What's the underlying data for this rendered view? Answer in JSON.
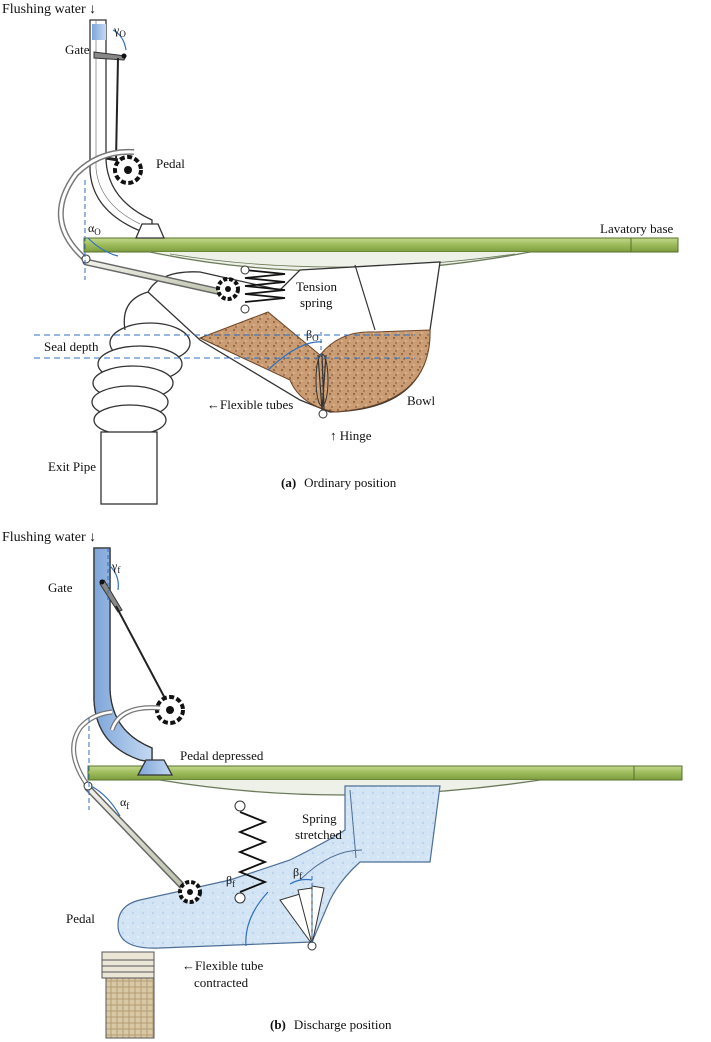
{
  "panel_a": {
    "flushing_water": "Flushing water ↓",
    "gate": "Gate",
    "gamma": "γ",
    "gamma_sub": "O",
    "pedal": "Pedal",
    "lavatory_base": "Lavatory base",
    "alpha": "α",
    "alpha_sub": "O",
    "tension_spring_1": "Tension",
    "tension_spring_2": "spring",
    "beta": "β",
    "beta_sub": "O",
    "seal_depth": "Seal depth",
    "flexible_tubes": "←Flexible tubes",
    "bowl": "Bowl",
    "hinge": "↑  Hinge",
    "exit_pipe": "Exit Pipe",
    "caption_letter": "(a)",
    "caption_text": "Ordinary position"
  },
  "panel_b": {
    "flushing_water": "Flushing water ↓",
    "gate": "Gate",
    "gamma": "γ",
    "gamma_sub": "f",
    "pedal_depressed": "Pedal depressed",
    "alpha": "α",
    "alpha_sub": "f",
    "spring_1": "Spring",
    "spring_2": "stretched",
    "beta_left": "β",
    "beta_left_sub": "f",
    "beta_right": "β",
    "beta_right_sub": "f",
    "pedal": "Pedal",
    "flexible_tube_1": "←Flexible tube",
    "flexible_tube_2": "contracted",
    "caption_letter": "(b)",
    "caption_text": "Discharge position"
  },
  "colors": {
    "base_green": "#9dbb5a",
    "water_blue": "#c7dcf2",
    "pipe_blue": "#9fc0e6",
    "sediment": "#c9a07a",
    "guide_blue": "#2f6fc0"
  }
}
